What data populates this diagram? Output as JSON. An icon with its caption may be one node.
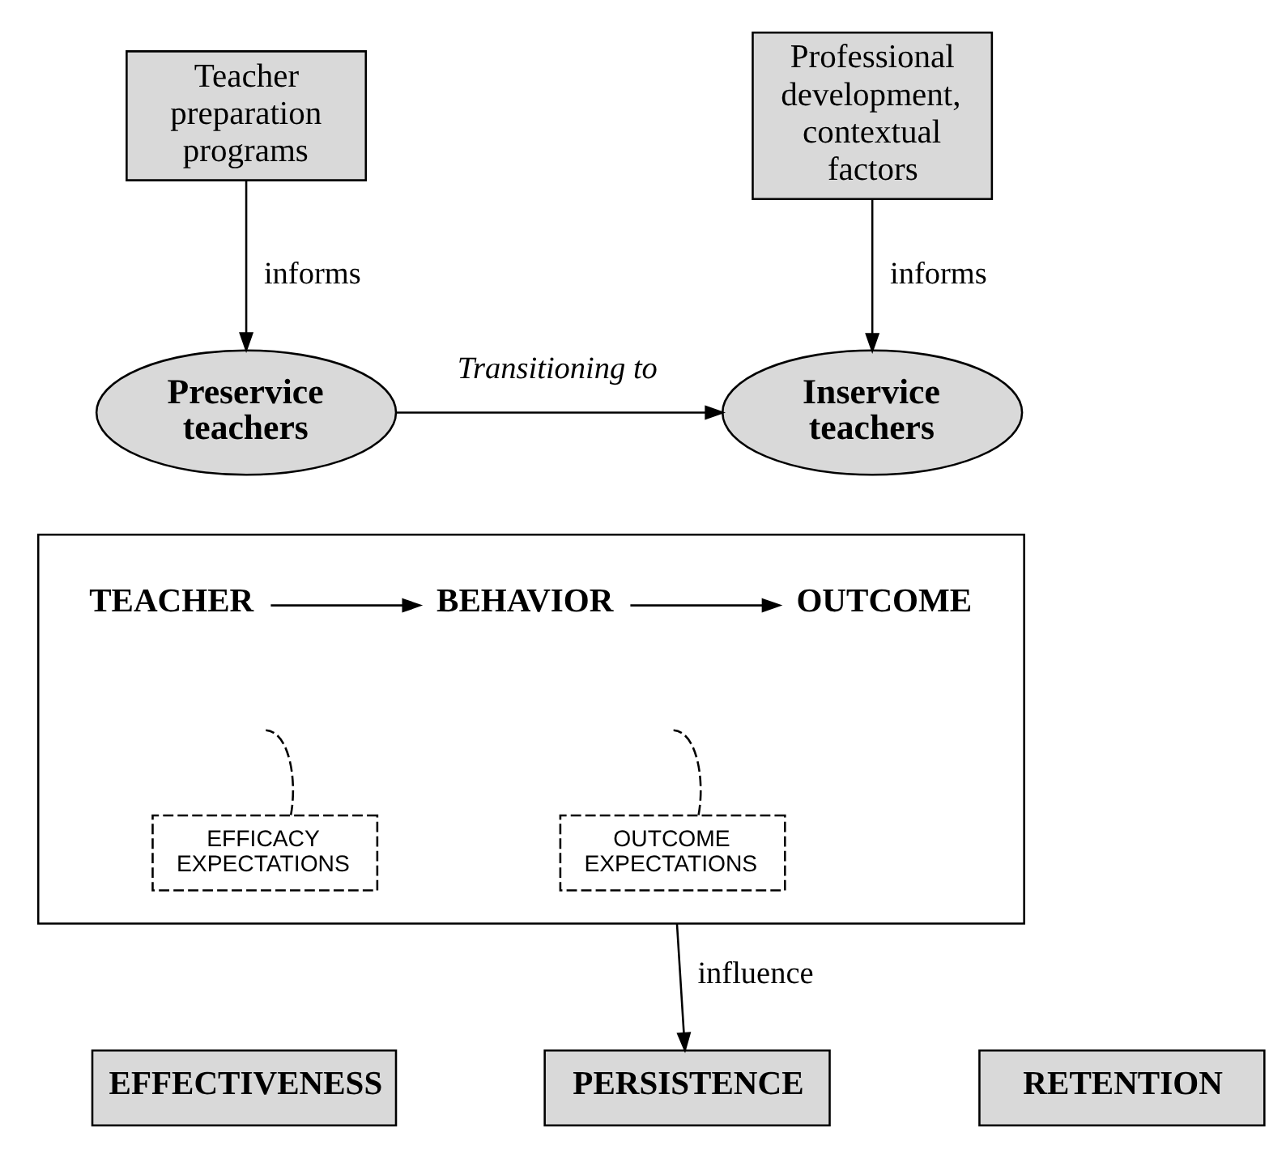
{
  "diagram": {
    "nodes": [
      {
        "text": [
          "Teacher preparation programs"
        ]
      },
      {
        "text": [
          "Professional development, contextual factors"
        ]
      },
      {
        "text": [
          "Preservice teachers"
        ]
      },
      {
        "text": [
          "Inservice teachers"
        ]
      },
      {
        "text": [],
        "shape": "box"
      },
      {
        "text": [
          "TEACHER"
        ],
        "in": 4
      },
      {
        "text": [
          "BEHAVIOR"
        ],
        "in": 4
      },
      {
        "text": [
          "OUTCOME"
        ],
        "in": 4
      },
      {
        "text": [
          "EFFICACY EXPECTATIONS"
        ],
        "in": 4
      },
      {
        "text": [
          "OUTCOME EXPECTATIONS"
        ],
        "in": 4
      },
      {
        "text": [
          "EFFECTIVENESS"
        ]
      },
      {
        "text": [
          "PERSISTENCE"
        ]
      },
      {
        "text": [
          "RETENTION"
        ]
      }
    ],
    "edges": [
      {
        "from": 0,
        "to": 2,
        "arrow": "to",
        "label": "informs"
      },
      {
        "from": 1,
        "to": 3,
        "arrow": "to",
        "label": "informs"
      },
      {
        "from": 2,
        "to": 3,
        "arrow": "to",
        "label": "Transitioning to"
      },
      {
        "from": 5,
        "to": 6,
        "arrow": "to"
      },
      {
        "from": 6,
        "to": 7,
        "arrow": "to"
      },
      {
        "from": 8,
        "to": null,
        "arrow": "none",
        "style": "dashed"
      },
      {
        "from": 9,
        "to": null,
        "arrow": "none",
        "style": "dashed"
      },
      {
        "from": 4,
        "to": 11,
        "arrow": "to",
        "label": "influence"
      }
    ]
  }
}
